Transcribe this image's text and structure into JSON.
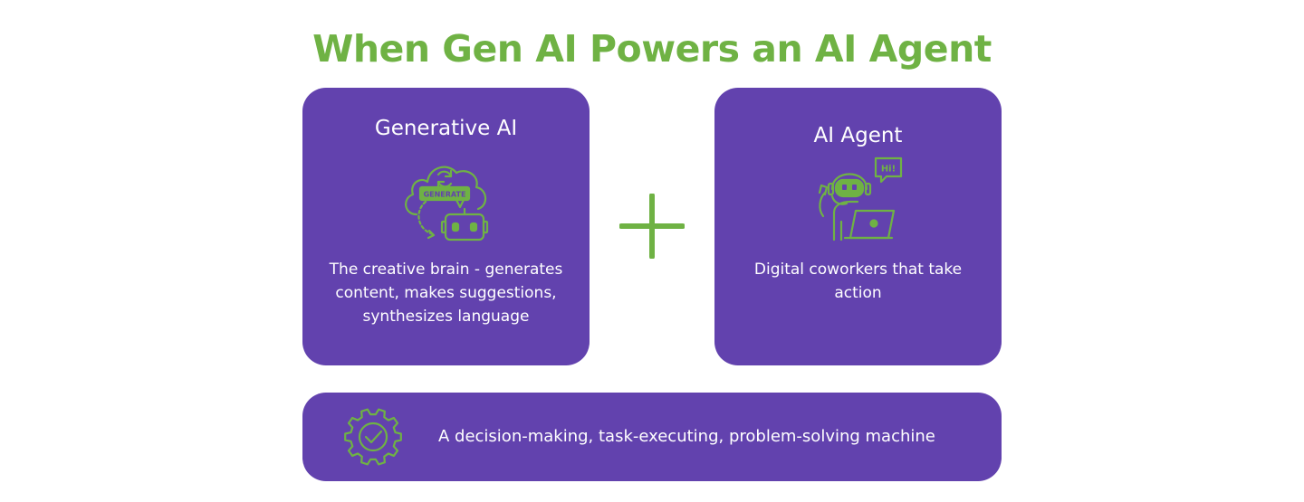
{
  "title": "When Gen AI Powers an AI Agent",
  "colors": {
    "accent_green": "#6fb244",
    "card_purple": "#6242ae",
    "text_white": "#ffffff"
  },
  "cards": [
    {
      "heading": "Generative AI",
      "icon": "cloud-robot-generate-icon",
      "icon_label": "GENERATE",
      "description": "The creative brain - generates content, makes suggestions, synthesizes language"
    },
    {
      "heading": "AI Agent",
      "icon": "robot-laptop-icon",
      "icon_label": "Hi!",
      "description": "Digital coworkers that take action"
    }
  ],
  "connector": {
    "icon": "plus-icon"
  },
  "result": {
    "icon": "gear-check-icon",
    "text": "A decision-making, task-executing, problem-solving machine"
  }
}
